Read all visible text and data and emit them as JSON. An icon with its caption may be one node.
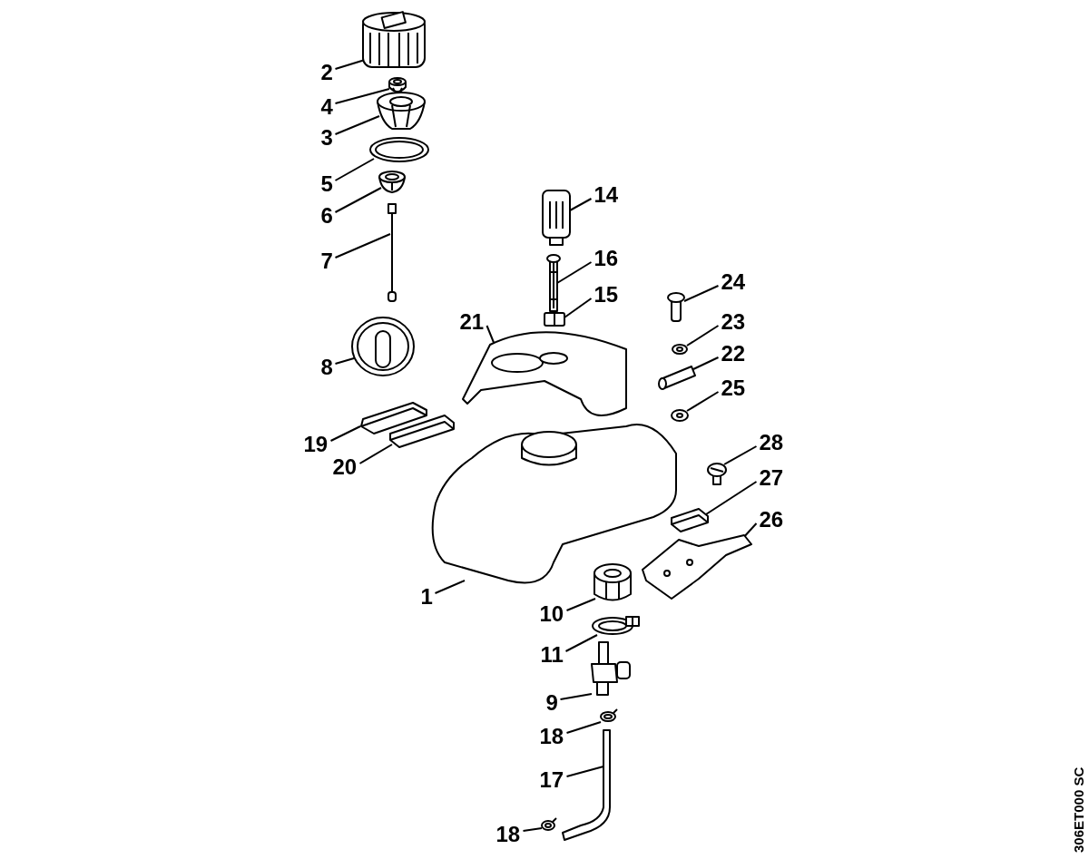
{
  "diagram": {
    "nodes": [
      {
        "text": [
          "2"
        ]
      },
      {
        "text": [
          "4"
        ]
      },
      {
        "text": [
          "3"
        ]
      },
      {
        "text": [
          "5"
        ]
      },
      {
        "text": [
          "14"
        ]
      },
      {
        "text": [
          "6"
        ]
      },
      {
        "text": [
          "16"
        ]
      },
      {
        "text": [
          "7"
        ]
      },
      {
        "text": [
          "24"
        ]
      },
      {
        "text": [
          "15"
        ]
      },
      {
        "text": [
          "21"
        ]
      },
      {
        "text": [
          "23"
        ]
      },
      {
        "text": [
          "22"
        ]
      },
      {
        "text": [
          "8"
        ]
      },
      {
        "text": [
          "25"
        ]
      },
      {
        "text": [
          "28"
        ]
      },
      {
        "text": [
          "19"
        ]
      },
      {
        "text": [
          "20"
        ]
      },
      {
        "text": [
          "27"
        ]
      },
      {
        "text": [
          "26"
        ]
      },
      {
        "text": [
          "1"
        ]
      },
      {
        "text": [
          "10"
        ]
      },
      {
        "text": [
          "11"
        ]
      },
      {
        "text": [
          "9"
        ]
      },
      {
        "text": [
          "18"
        ]
      },
      {
        "text": [
          "17"
        ]
      },
      {
        "text": [
          "18"
        ]
      },
      {
        "text": [],
        "shape": "picture"
      },
      {
        "text": [],
        "shape": "picture"
      },
      {
        "text": [],
        "shape": "picture"
      },
      {
        "text": [],
        "shape": "picture"
      },
      {
        "text": [],
        "shape": "picture"
      },
      {
        "text": [],
        "shape": "picture"
      },
      {
        "text": [],
        "shape": "picture"
      },
      {
        "text": [],
        "shape": "picture"
      },
      {
        "text": [],
        "shape": "picture"
      },
      {
        "text": [],
        "shape": "picture"
      },
      {
        "text": [],
        "shape": "picture"
      },
      {
        "text": [],
        "shape": "picture"
      },
      {
        "text": [],
        "shape": "picture"
      },
      {
        "text": [],
        "shape": "picture"
      },
      {
        "text": [],
        "shape": "picture"
      },
      {
        "text": [],
        "shape": "picture"
      },
      {
        "text": [],
        "shape": "picture"
      },
      {
        "text": [],
        "shape": "picture"
      },
      {
        "text": [],
        "shape": "picture"
      },
      {
        "text": [],
        "shape": "picture"
      },
      {
        "text": [],
        "shape": "picture"
      },
      {
        "text": [],
        "shape": "picture"
      },
      {
        "text": [],
        "shape": "picture"
      },
      {
        "text": [],
        "shape": "picture"
      },
      {
        "text": [],
        "shape": "picture"
      },
      {
        "text": [],
        "shape": "picture"
      },
      {
        "text": [],
        "shape": "picture"
      }
    ],
    "edges": [
      {
        "from": 0,
        "to": 27,
        "arrow": "none"
      },
      {
        "from": 1,
        "to": 28,
        "arrow": "none"
      },
      {
        "from": 2,
        "to": 29,
        "arrow": "none"
      },
      {
        "from": 3,
        "to": 30,
        "arrow": "none"
      },
      {
        "from": 4,
        "to": 31,
        "arrow": "none"
      },
      {
        "from": 5,
        "to": 32,
        "arrow": "none"
      },
      {
        "from": 6,
        "to": 33,
        "arrow": "none"
      },
      {
        "from": 7,
        "to": 34,
        "arrow": "none"
      },
      {
        "from": 8,
        "to": 35,
        "arrow": "none"
      },
      {
        "from": 9,
        "to": 36,
        "arrow": "none"
      },
      {
        "from": 10,
        "to": 37,
        "arrow": "none"
      },
      {
        "from": 11,
        "to": 38,
        "arrow": "none"
      },
      {
        "from": 12,
        "to": 39,
        "arrow": "none"
      },
      {
        "from": 13,
        "to": 40,
        "arrow": "none"
      },
      {
        "from": 14,
        "to": 41,
        "arrow": "none"
      },
      {
        "from": 15,
        "to": 42,
        "arrow": "none"
      },
      {
        "from": 16,
        "to": 43,
        "arrow": "none"
      },
      {
        "from": 17,
        "to": 44,
        "arrow": "none"
      },
      {
        "from": 18,
        "to": 45,
        "arrow": "none"
      },
      {
        "from": 19,
        "to": 46,
        "arrow": "none"
      },
      {
        "from": 20,
        "to": 47,
        "arrow": "none"
      },
      {
        "from": 21,
        "to": 48,
        "arrow": "none"
      },
      {
        "from": 22,
        "to": 49,
        "arrow": "none"
      },
      {
        "from": 23,
        "to": 50,
        "arrow": "none"
      },
      {
        "from": 24,
        "to": 51,
        "arrow": "none"
      },
      {
        "from": 25,
        "to": 52,
        "arrow": "none"
      },
      {
        "from": 26,
        "to": 53,
        "arrow": "none"
      }
    ],
    "labels": [
      "306ET000 SC"
    ]
  }
}
